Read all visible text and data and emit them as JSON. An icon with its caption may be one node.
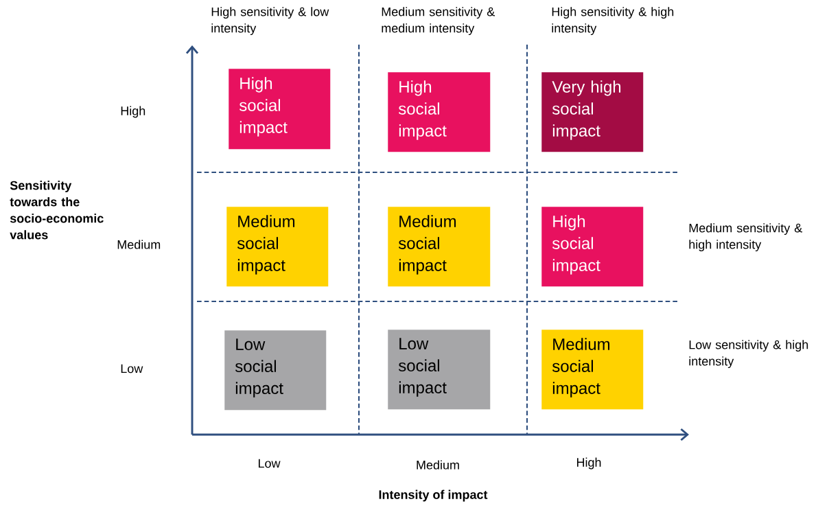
{
  "diagram": {
    "nodes": [
      {
        "text": [
          "High social impact"
        ]
      },
      {
        "text": [
          "High social impact"
        ]
      },
      {
        "text": [
          "Very high social impact"
        ]
      },
      {
        "text": [
          "Medium social impact"
        ]
      },
      {
        "text": [
          "Medium social impact"
        ]
      },
      {
        "text": [
          "High social impact"
        ]
      },
      {
        "text": [
          "Low social impact"
        ]
      },
      {
        "text": [
          "Low social impact"
        ]
      },
      {
        "text": [
          "Medium social impact"
        ]
      }
    ],
    "labels": [
      "High sensitivity & low intensity",
      "Medium sensitivity & medium intensity",
      "High sensitivity & high intensity",
      "High",
      "Sensitivity towards the socio-economic values",
      "Medium",
      "Medium sensitivity & high intensity",
      "Low",
      "Low sensitivity & high intensity",
      "Low",
      "Medium",
      "High",
      "Intensity of impact"
    ]
  }
}
